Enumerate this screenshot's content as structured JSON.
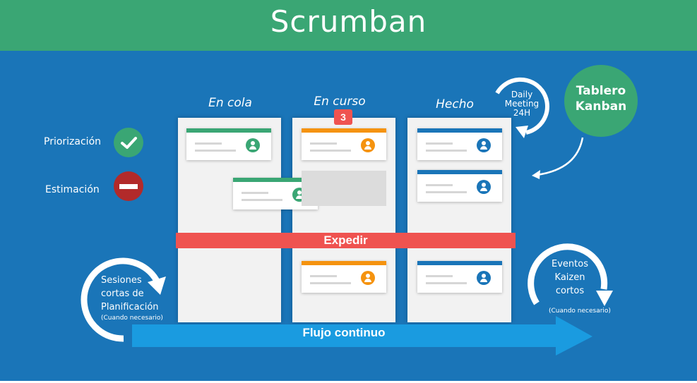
{
  "title": "Scrumban",
  "columns": [
    {
      "header": "En cola"
    },
    {
      "header": "En curso",
      "wip_limit": "3"
    },
    {
      "header": "Hecho"
    }
  ],
  "left_items": [
    {
      "label": "Priorización",
      "status": "check"
    },
    {
      "label": "Estimación",
      "status": "minus"
    }
  ],
  "daily": {
    "line1": "Daily",
    "line2": "Meeting",
    "line3": "24H"
  },
  "tablero": {
    "line1": "Tablero",
    "line2": "Kanban"
  },
  "expedite": "Expedir",
  "flow": "Flujo continuo",
  "sesiones": {
    "line1": "Sesiones",
    "line2": "cortas de",
    "line3": "Planificación",
    "note": "(Cuando necesario)"
  },
  "eventos": {
    "line1": "Eventos",
    "line2": "Kaizen",
    "line3": "cortos",
    "note": "(Cuando necesario)"
  },
  "colors": {
    "header": "#3aa674",
    "board": "#1a75b8",
    "green": "#3aa674",
    "orange": "#f5930f",
    "blue": "#1a75b8",
    "red": "#ef5350",
    "deny": "#b22a2a",
    "flow": "#1a9be0"
  }
}
